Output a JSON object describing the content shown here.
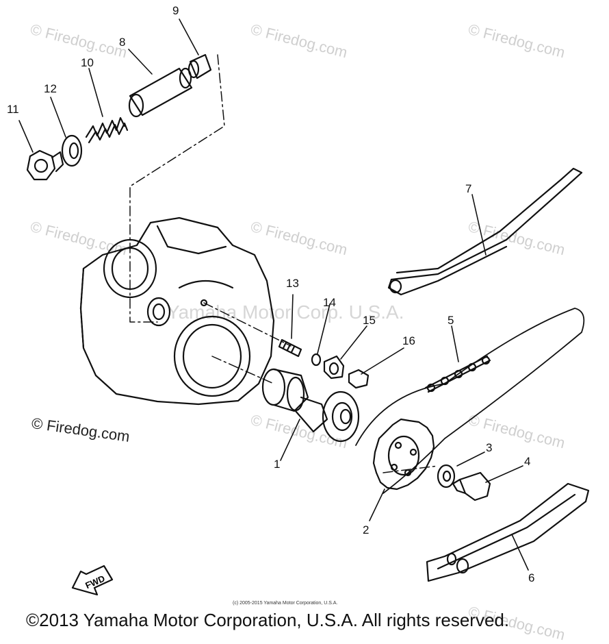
{
  "watermarks": {
    "tile": "© Firedog.com",
    "center": "Yamaha Motor Corp. U.S.A.",
    "left_mark": "© Firedog.com"
  },
  "callouts": [
    "1",
    "2",
    "3",
    "4",
    "5",
    "6",
    "7",
    "8",
    "9",
    "10",
    "11",
    "12",
    "13",
    "14",
    "15",
    "16"
  ],
  "fwd_label": "FWD",
  "small_copyright": "(c) 2005-2015 Yamaha Motor Corporation, U.S.A.",
  "copyright": "©2013 Yamaha Motor Corporation, U.S.A. All rights reserved."
}
